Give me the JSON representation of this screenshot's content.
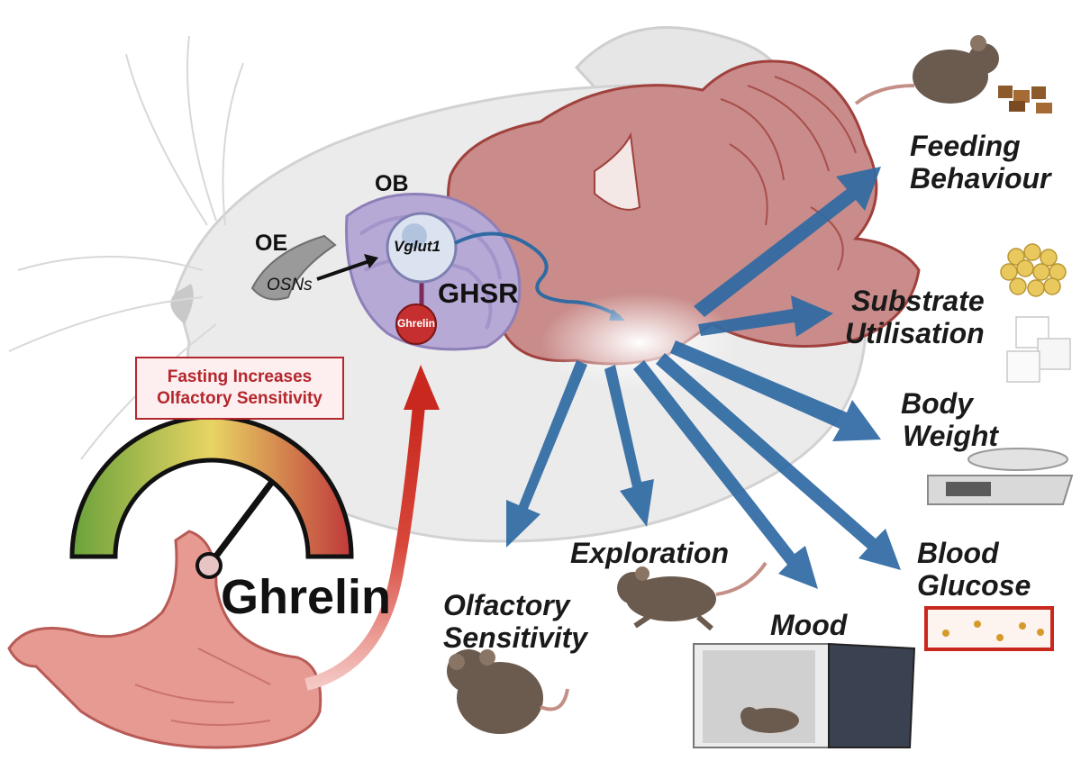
{
  "labels": {
    "oe": "OE",
    "ob": "OB",
    "osns": "OSNs",
    "vglut1": "Vglut1",
    "ghsr": "GHSR",
    "ghrelin_cell": "Ghrelin",
    "ghrelin_gauge": "Ghrelin",
    "fasting_callout": [
      "Fasting Increases",
      "Olfactory Sensitivity"
    ]
  },
  "outcomes": {
    "feeding": [
      "Feeding",
      "Behaviour"
    ],
    "substrate": [
      "Substrate",
      "Utilisation"
    ],
    "body_weight": [
      "Body",
      "Weight"
    ],
    "blood_glucose": [
      "Blood",
      "Glucose"
    ],
    "mood": "Mood",
    "exploration": "Exploration",
    "olfactory": [
      "Olfactory",
      "Sensitivity"
    ]
  },
  "colors": {
    "brain": "#c98c8a",
    "brain_outline": "#a0413d",
    "arrow_blue": "#2f6aa3",
    "arrow_red": "#c8281e",
    "ob_purple": "#b7a9d6",
    "mouse_head": "#ececec",
    "callout_text": "#b3272d",
    "stomach": "#e79a92"
  },
  "gauge": {
    "level": 0.78,
    "scale_colors": [
      "#6aa23b",
      "#e8d463",
      "#c0393c"
    ]
  }
}
